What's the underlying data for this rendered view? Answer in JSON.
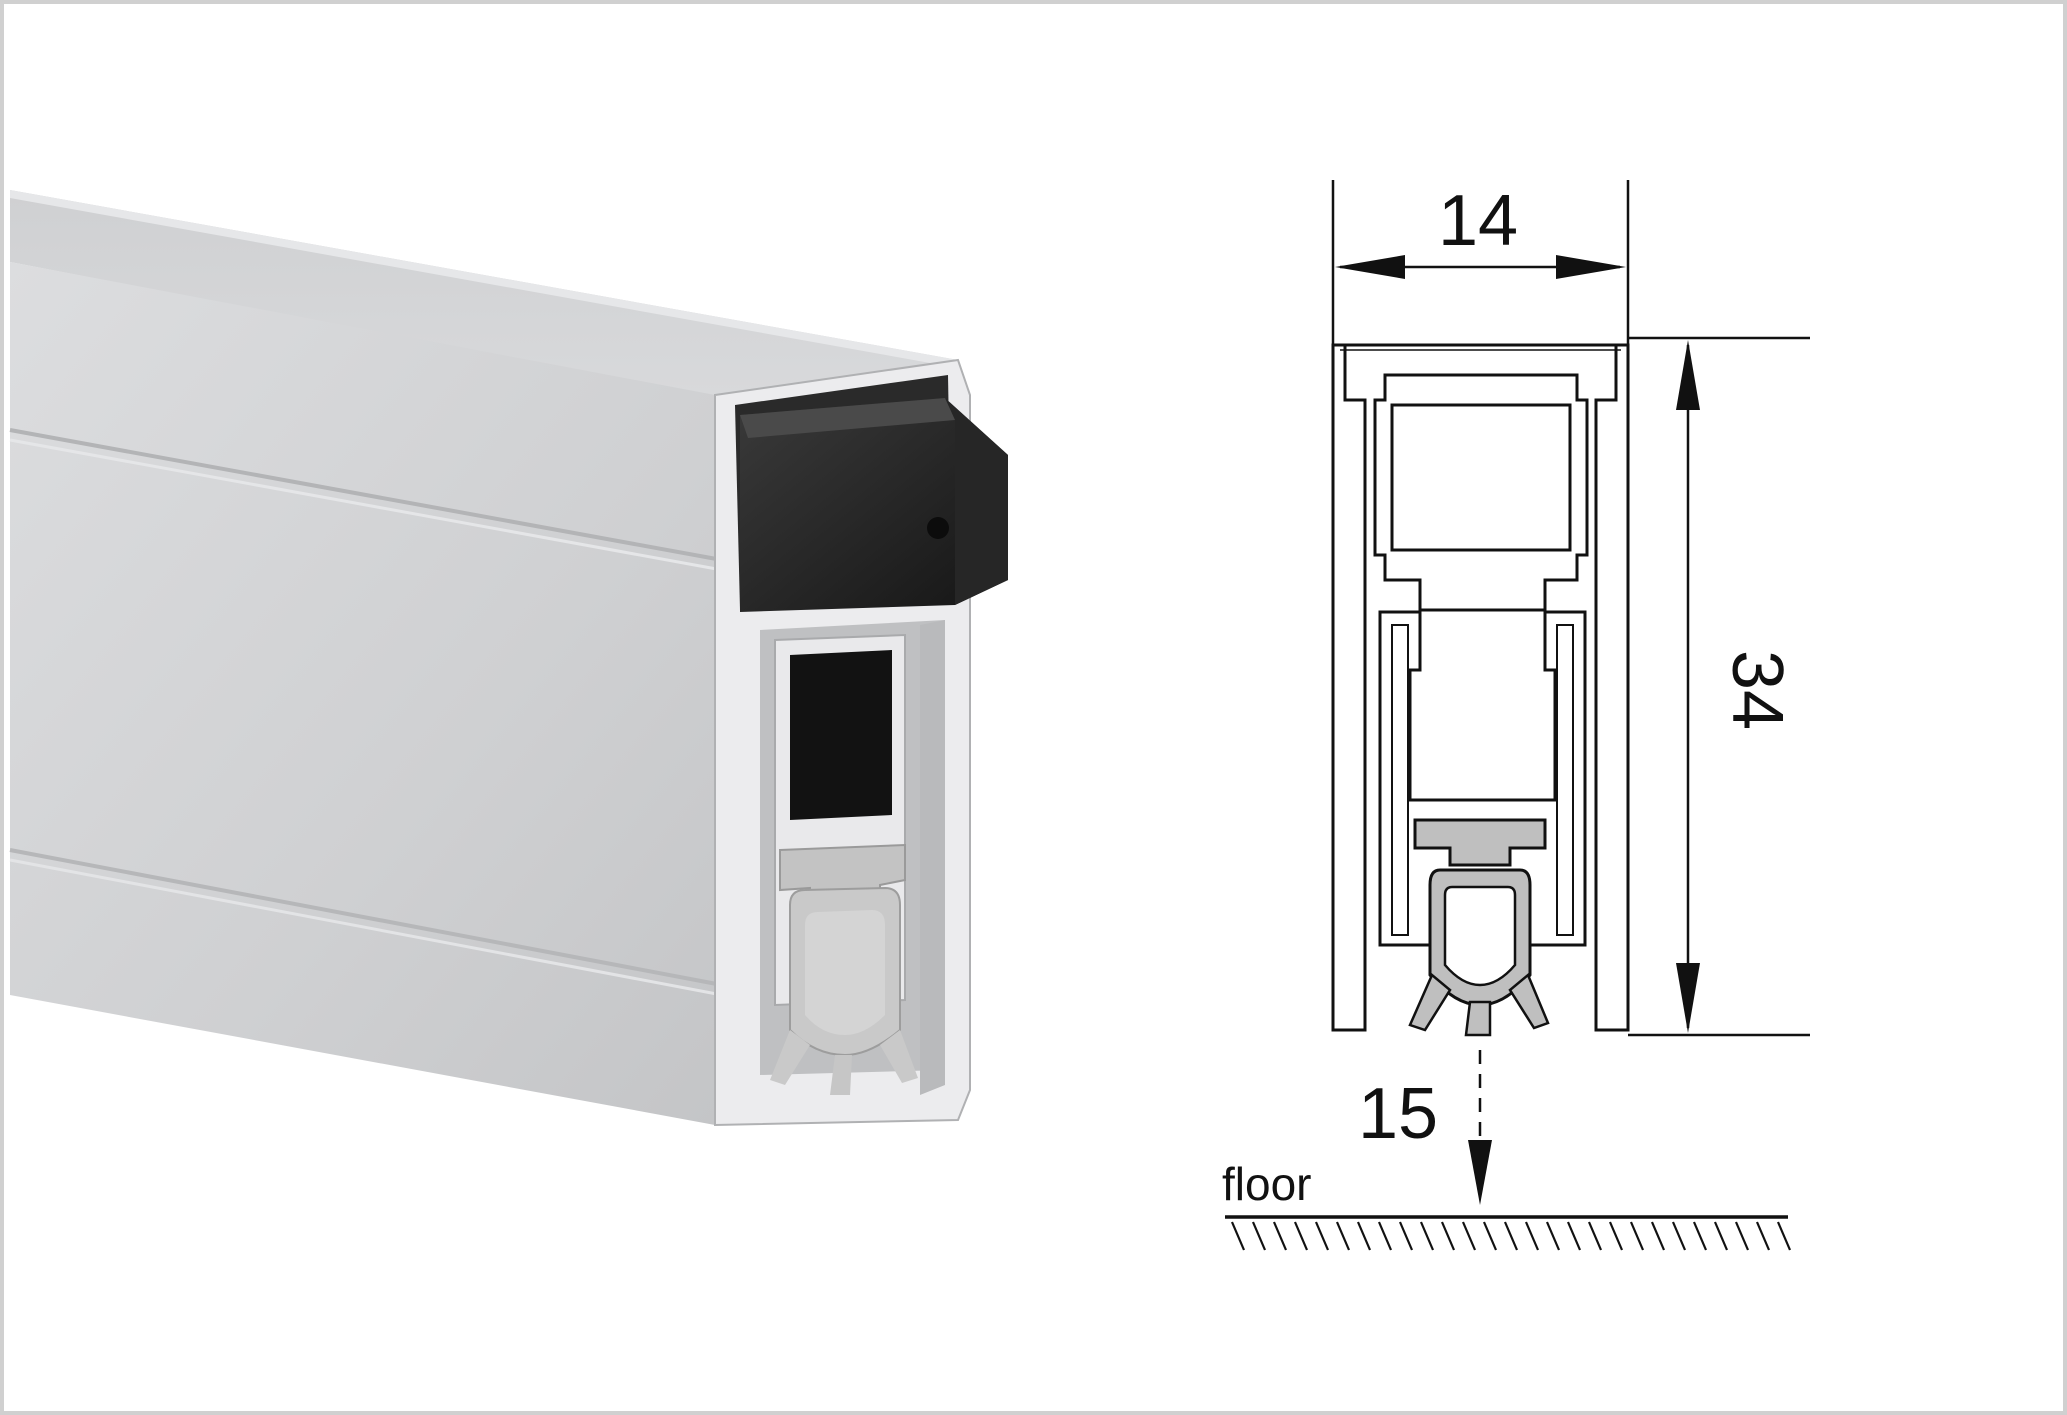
{
  "diagram": {
    "dimensions": {
      "width_label": "14",
      "height_label": "34",
      "drop_label": "15"
    },
    "floor_label": "floor"
  },
  "colors": {
    "aluminium_light": "#d9dadc",
    "aluminium_mid": "#c6c7c9",
    "aluminium_dark": "#a7a8aa",
    "rubber_black": "#1b1b1b",
    "seal_grey": "#bdbdbd",
    "line": "#111111"
  }
}
